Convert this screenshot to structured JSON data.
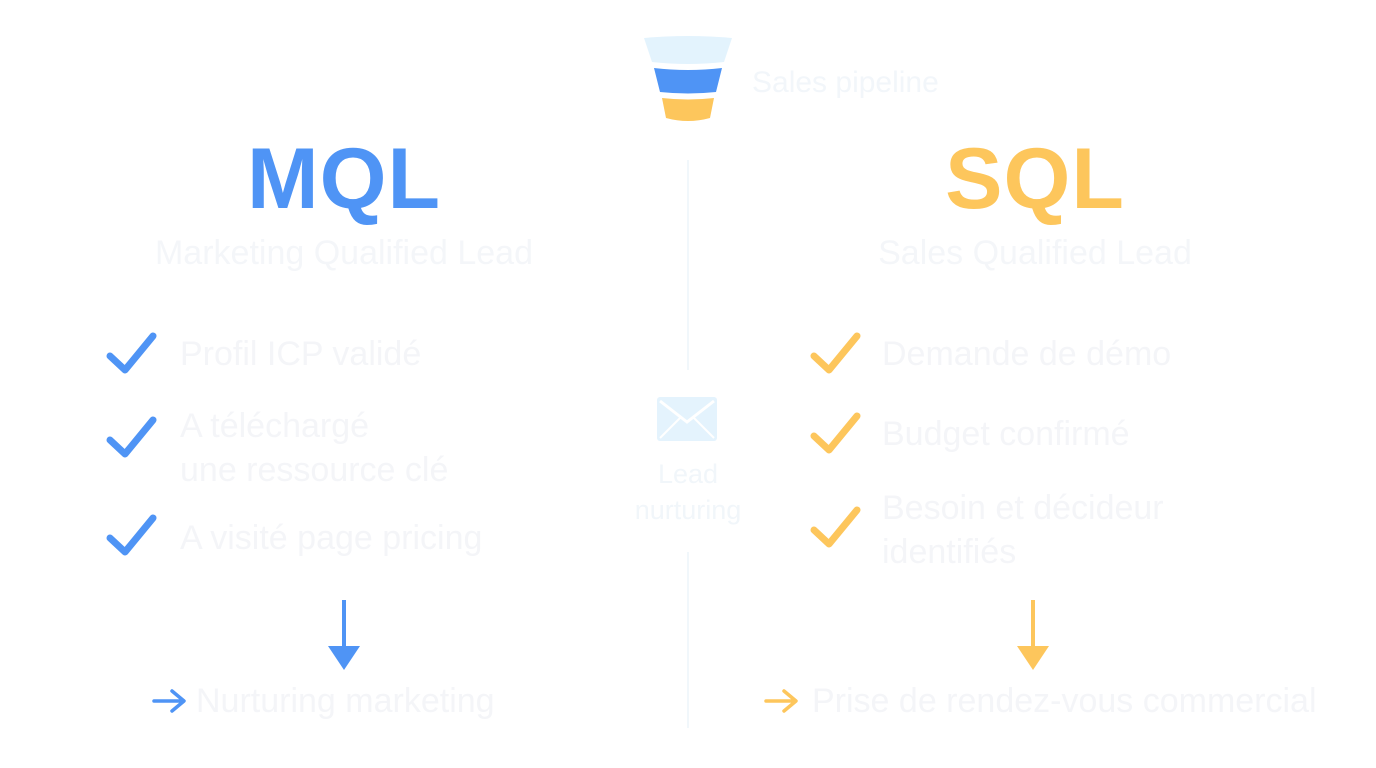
{
  "funnel": {
    "label": "Sales pipeline",
    "colors": {
      "top": "#e3f3fd",
      "middle": "#4f94f5",
      "bottom": "#fdc65c"
    }
  },
  "center": {
    "caption": "Lead\nnurturing"
  },
  "mql": {
    "title": "MQL",
    "subtitle": "Marketing Qualified Lead",
    "color": "#4f94f5",
    "criteria": [
      "Profil ICP validé",
      "A téléchargé\nune ressource clé",
      "A visité page pricing"
    ],
    "result": "Nurturing marketing"
  },
  "sql": {
    "title": "SQL",
    "subtitle": "Sales Qualified Lead",
    "color": "#fdc65c",
    "criteria": [
      "Demande de démo",
      "Budget confirmé",
      "Besoin et décideur\nidentifiés"
    ],
    "result": "Prise de rendez-vous commercial"
  }
}
